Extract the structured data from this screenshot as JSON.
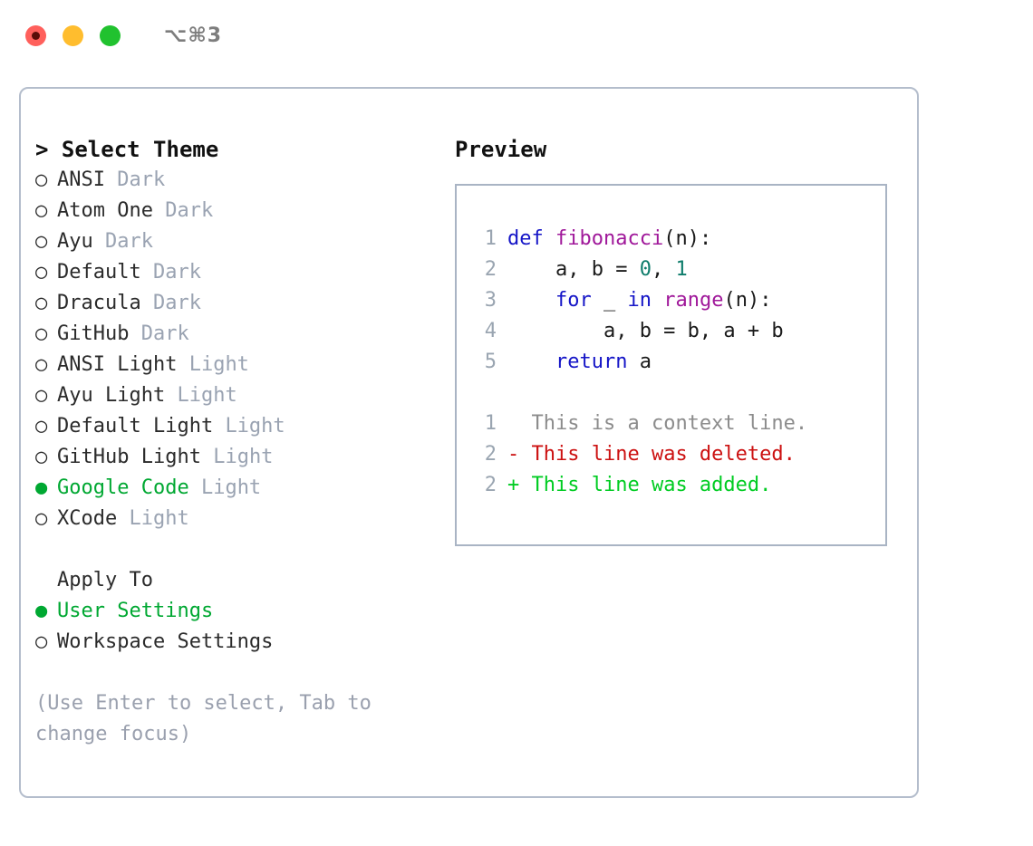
{
  "titlebar": {
    "shortcut": "⌥⌘3",
    "lights": [
      "close-red",
      "minimize-yellow",
      "maximize-green"
    ]
  },
  "left": {
    "heading": "> Select Theme",
    "themes": [
      {
        "bullet": "○",
        "name": "ANSI",
        "variant": "Dark",
        "selected": false
      },
      {
        "bullet": "○",
        "name": "Atom One",
        "variant": "Dark",
        "selected": false
      },
      {
        "bullet": "○",
        "name": "Ayu",
        "variant": "Dark",
        "selected": false
      },
      {
        "bullet": "○",
        "name": "Default",
        "variant": "Dark",
        "selected": false
      },
      {
        "bullet": "○",
        "name": "Dracula",
        "variant": "Dark",
        "selected": false
      },
      {
        "bullet": "○",
        "name": "GitHub",
        "variant": "Dark",
        "selected": false
      },
      {
        "bullet": "○",
        "name": "ANSI Light",
        "variant": "Light",
        "selected": false
      },
      {
        "bullet": "○",
        "name": "Ayu Light",
        "variant": "Light",
        "selected": false
      },
      {
        "bullet": "○",
        "name": "Default Light",
        "variant": "Light",
        "selected": false
      },
      {
        "bullet": "○",
        "name": "GitHub Light",
        "variant": "Light",
        "selected": false
      },
      {
        "bullet": "●",
        "name": "Google Code",
        "variant": "Light",
        "selected": true
      },
      {
        "bullet": "○",
        "name": "XCode",
        "variant": "Light",
        "selected": false
      }
    ],
    "apply_to_label": "Apply To",
    "apply_options": [
      {
        "bullet": "●",
        "name": "User Settings",
        "selected": true
      },
      {
        "bullet": "○",
        "name": "Workspace Settings",
        "selected": false
      }
    ],
    "hint": "(Use Enter to select, Tab to change focus)"
  },
  "right": {
    "preview_label": "Preview",
    "code_lines": [
      {
        "n": "1",
        "tokens": [
          {
            "t": "def ",
            "c": "kw"
          },
          {
            "t": "fibonacci",
            "c": "fn"
          },
          {
            "t": "(n):",
            "c": "pl"
          }
        ]
      },
      {
        "n": "2",
        "tokens": [
          {
            "t": "    a, b = ",
            "c": "pl"
          },
          {
            "t": "0",
            "c": "num"
          },
          {
            "t": ", ",
            "c": "pl"
          },
          {
            "t": "1",
            "c": "num"
          }
        ]
      },
      {
        "n": "3",
        "tokens": [
          {
            "t": "    ",
            "c": "pl"
          },
          {
            "t": "for",
            "c": "kw"
          },
          {
            "t": " _ ",
            "c": "pl"
          },
          {
            "t": "in",
            "c": "kw"
          },
          {
            "t": " ",
            "c": "pl"
          },
          {
            "t": "range",
            "c": "fn"
          },
          {
            "t": "(n):",
            "c": "pl"
          }
        ]
      },
      {
        "n": "4",
        "tokens": [
          {
            "t": "        a, b = b, a + b",
            "c": "pl"
          }
        ]
      },
      {
        "n": "5",
        "tokens": [
          {
            "t": "    ",
            "c": "pl"
          },
          {
            "t": "return",
            "c": "kw"
          },
          {
            "t": " a",
            "c": "pl"
          }
        ]
      }
    ],
    "diff_lines": [
      {
        "n": "1",
        "marker": "  ",
        "text": "This is a context line.",
        "kind": "diff-ctx"
      },
      {
        "n": "2",
        "marker": "- ",
        "text": "This line was deleted.",
        "kind": "diff-del"
      },
      {
        "n": "2",
        "marker": "+ ",
        "text": "This line was added.",
        "kind": "diff-add"
      }
    ]
  },
  "colors": {
    "accent_green": "#00a832",
    "muted": "#9aa3b2",
    "border": "#b4bdcc",
    "keyword": "#1515c7",
    "function": "#a0189a",
    "number": "#0e7c6b",
    "diff_deleted": "#cc1111",
    "diff_added": "#00cc22"
  }
}
